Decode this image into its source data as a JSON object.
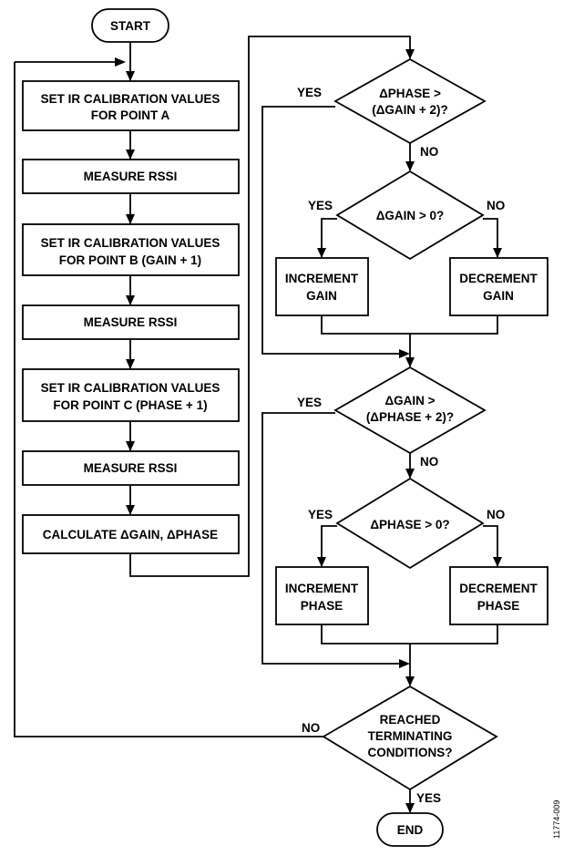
{
  "figure_id": "11774-009",
  "nodes": {
    "start": [
      "START"
    ],
    "set_a": [
      "SET IR CALIBRATION VALUES",
      "FOR POINT A"
    ],
    "measure_1": [
      "MEASURE RSSI"
    ],
    "set_b": [
      "SET IR CALIBRATION VALUES",
      "FOR POINT B (GAIN + 1)"
    ],
    "measure_2": [
      "MEASURE RSSI"
    ],
    "set_c": [
      "SET IR CALIBRATION VALUES",
      "FOR POINT C (PHASE + 1)"
    ],
    "measure_3": [
      "MEASURE RSSI"
    ],
    "calculate": [
      "CALCULATE ΔGAIN, ΔPHASE"
    ],
    "dec_phase_gt_gain": [
      "ΔPHASE >",
      "(ΔGAIN + 2)?"
    ],
    "dec_gain_gt_0": [
      "ΔGAIN > 0?"
    ],
    "inc_gain": [
      "INCREMENT",
      "GAIN"
    ],
    "dec_gain": [
      "DECREMENT",
      "GAIN"
    ],
    "dec_gain_gt_phase": [
      "ΔGAIN >",
      "(ΔPHASE + 2)?"
    ],
    "dec_phase_gt_0": [
      "ΔPHASE > 0?"
    ],
    "inc_phase": [
      "INCREMENT",
      "PHASE"
    ],
    "dec_phase": [
      "DECREMENT",
      "PHASE"
    ],
    "dec_terminate": [
      "REACHED",
      "TERMINATING",
      "CONDITIONS?"
    ],
    "end": [
      "END"
    ]
  },
  "edge_labels": {
    "d1_yes": "YES",
    "d1_no": "NO",
    "d2_yes": "YES",
    "d2_no": "NO",
    "d3_yes": "YES",
    "d3_no": "NO",
    "d4_yes": "YES",
    "d4_no": "NO",
    "d5_no": "NO",
    "d5_yes": "YES"
  }
}
